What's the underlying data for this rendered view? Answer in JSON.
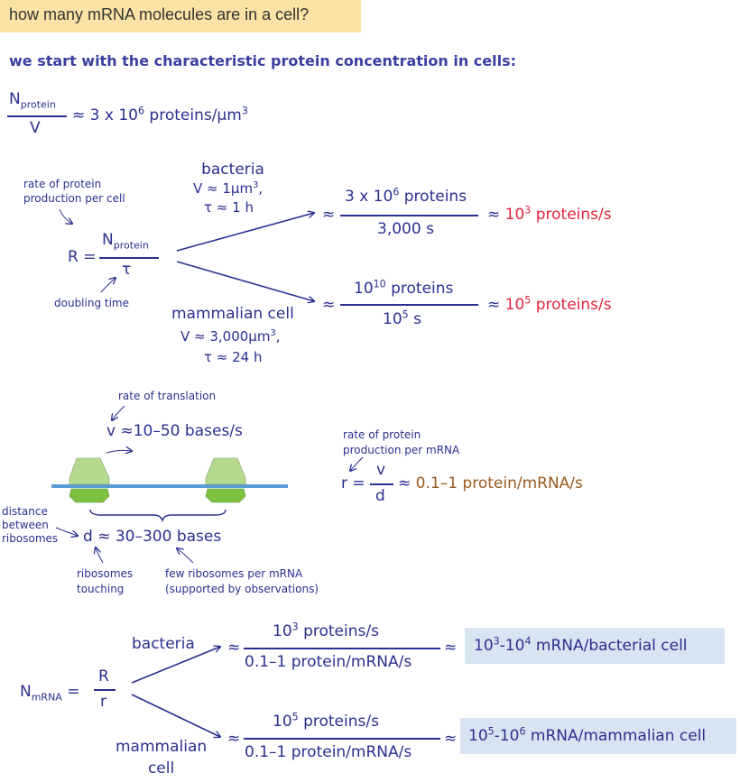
{
  "title": "how many mRNA molecules are in a cell?",
  "intro": "we start with the characteristic protein concentration in cells:",
  "concentration": {
    "numerator_base": "N",
    "numerator_sub": "protein",
    "denominator": "V",
    "approx": "≈",
    "value_prefix": "3 x 10",
    "value_exp": "6",
    "value_unit": "proteins/μm",
    "value_unit_exp": "3"
  },
  "rate": {
    "annotation_rate": "rate of protein\nproduction per cell",
    "annotation_doubling": "doubling time",
    "lhs": "R =",
    "numerator_base": "N",
    "numerator_sub": "protein",
    "denominator": "τ",
    "bacteria": {
      "label": "bacteria",
      "volume_prefix": "V ≈ 1μm",
      "volume_exp": "3",
      "volume_suffix": ",",
      "time": "τ ≈ 1 h",
      "approx": "≈",
      "num_prefix": "3 x 10",
      "num_exp": "6",
      "num_suffix": " proteins",
      "den": "3,000 s",
      "approx2": "≈",
      "result_prefix": "10",
      "result_exp": "3",
      "result_suffix": " proteins/s"
    },
    "mammalian": {
      "label": "mammalian cell",
      "volume_prefix": "V ≈ 3,000μm",
      "volume_exp": "3",
      "volume_suffix": ",",
      "time": "τ ≈ 24 h",
      "approx": "≈",
      "num_prefix": "10",
      "num_exp": "10",
      "num_suffix": " proteins",
      "den_prefix": "10",
      "den_exp": "5",
      "den_suffix": " s",
      "approx2": "≈",
      "result_prefix": "10",
      "result_exp": "5",
      "result_suffix": " proteins/s"
    }
  },
  "translation": {
    "annotation_rate": "rate of translation",
    "velocity": "v ≈10–50 bases/s",
    "annotation_distance": "distance\nbetween\nribosomes",
    "distance": "d ≈ 30–300 bases",
    "annotation_touching": "ribosomes\ntouching",
    "annotation_few": "few ribosomes per mRNA\n(supported by observations)",
    "annotation_per_mrna": "rate of protein\nproduction per mRNA",
    "r_lhs": "r =",
    "r_num": "v",
    "r_den": "d",
    "r_approx": "≈",
    "r_value": "0.1–1 protein/mRNA/s"
  },
  "mrna": {
    "lhs_base": "N",
    "lhs_sub": "mRNA",
    "lhs_eq": "=",
    "num": "R",
    "den": "r",
    "bacteria": {
      "label": "bacteria",
      "approx": "≈",
      "num_prefix": "10",
      "num_exp": "3",
      "num_suffix": " proteins/s",
      "den": "0.1–1 protein/mRNA/s",
      "approx2": "≈",
      "res_a": "10",
      "res_a_exp": "3",
      "res_mid": "-10",
      "res_b_exp": "4",
      "res_suffix": " mRNA/bacterial cell"
    },
    "mammalian": {
      "label": "mammalian\ncell",
      "approx": "≈",
      "num_prefix": "10",
      "num_exp": "5",
      "num_suffix": " proteins/s",
      "den": "0.1–1 protein/mRNA/s",
      "approx2": "≈",
      "res_a": "10",
      "res_a_exp": "5",
      "res_mid": "-10",
      "res_b_exp": "6",
      "res_suffix": " mRNA/mammalian cell"
    }
  },
  "colors": {
    "navy": "#2b2f8f",
    "red": "#e0243d",
    "brown": "#9a5a1e",
    "title_bg": "#fbe3a6",
    "result_box": "#d8e4f2",
    "mrna_strand": "#5b9bd5",
    "ribosome_top": "#b5d98f",
    "ribosome_bottom": "#7cc242"
  }
}
